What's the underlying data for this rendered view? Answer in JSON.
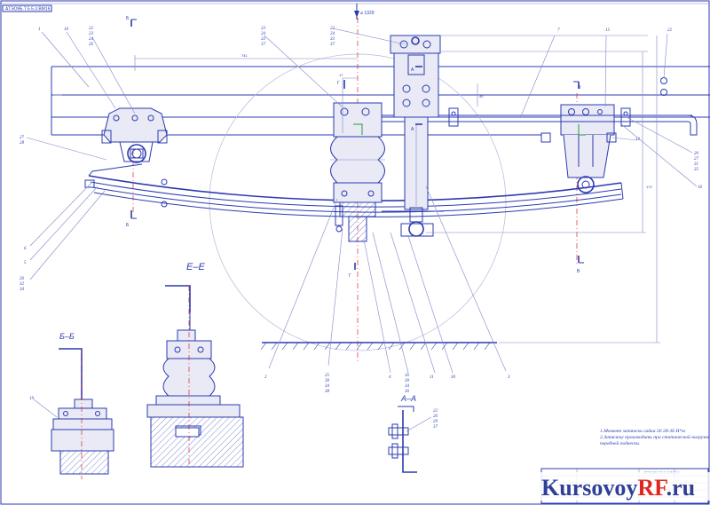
{
  "stamp": {
    "code": "АТЭО9Б.Т.5.5.3.ВМ16"
  },
  "top_mark": "⌀ 1329",
  "section_titles": {
    "e_e": "Е–Е",
    "b_b": "Б–Б",
    "a_a": "А–А"
  },
  "section_marks": {
    "b": "Б",
    "v": "В",
    "g": "Г",
    "a": "А"
  },
  "callouts": {
    "c1": "1",
    "c10": "10",
    "c22a": [
      "22",
      "23",
      "24",
      "26"
    ],
    "c23": [
      "23",
      "24",
      "33",
      "37"
    ],
    "c22b": [
      "22",
      "24",
      "33",
      "37"
    ],
    "c7": "7",
    "c15": "15",
    "c22c": "22",
    "c27": [
      "27",
      "28"
    ],
    "c6": "6",
    "c5": "5",
    "c26a": [
      "26",
      "32",
      "34"
    ],
    "c2": "2",
    "c25": [
      "25",
      "30",
      "34",
      "38"
    ],
    "c4": "4",
    "c26b": [
      "26",
      "30",
      "34",
      "36"
    ],
    "c11": "11",
    "c30": "30",
    "c3": "3",
    "c19": "19",
    "c20": [
      "20",
      "27",
      "31",
      "35"
    ],
    "c16": "16",
    "c12": "12",
    "c22d": [
      "22",
      "26",
      "29",
      "37"
    ]
  },
  "dimensions": {
    "d1": "741",
    "d2": "17",
    "d3": "40",
    "d4": "172"
  },
  "notes": {
    "line1": "1.Момент затяжки гайки 30 28-36 Н*м",
    "line2": "2.Затяжку производить при статической нагрузке",
    "line3": "передней подвески."
  },
  "title_block": {
    "code": "АТЭО9Б.Т.5.5.3.ВМ16"
  },
  "watermark": {
    "part1": "Kursovoy",
    "part2": "RF",
    "part3": ".ru"
  },
  "colors": {
    "line": "#2b3bb0",
    "axis": "#d32a2a",
    "watermark_blue": "#2f3f98",
    "watermark_red": "#e0261f"
  }
}
